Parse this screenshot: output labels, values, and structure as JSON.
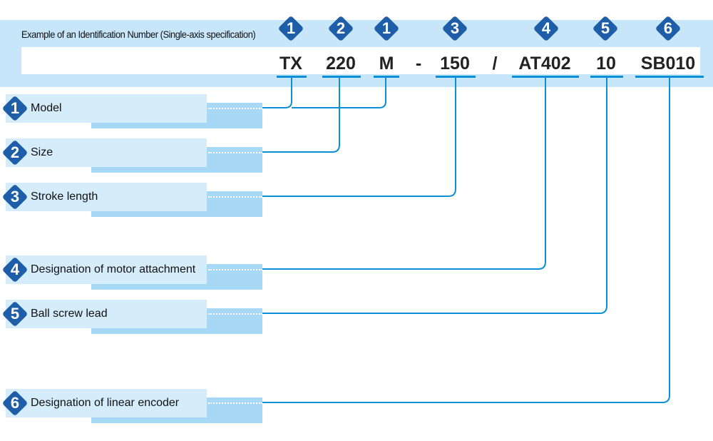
{
  "header": {
    "caption": "Example of an Identification Number (Single-axis specification)"
  },
  "segments": [
    {
      "text": "TX",
      "badge": "1"
    },
    {
      "text": "220",
      "badge": "2"
    },
    {
      "text": "M",
      "badge": "1"
    },
    {
      "text": "-",
      "badge": ""
    },
    {
      "text": "150",
      "badge": "3"
    },
    {
      "text": "/",
      "badge": ""
    },
    {
      "text": "AT402",
      "badge": "4"
    },
    {
      "text": "10",
      "badge": "5"
    },
    {
      "text": "SB010",
      "badge": "6"
    }
  ],
  "labels": [
    {
      "num": "1",
      "text": "Model"
    },
    {
      "num": "2",
      "text": "Size"
    },
    {
      "num": "3",
      "text": "Stroke length"
    },
    {
      "num": "4",
      "text": "Designation of motor attachment"
    },
    {
      "num": "5",
      "text": "Ball screw lead"
    },
    {
      "num": "6",
      "text": "Designation of linear encoder"
    }
  ],
  "colors": {
    "header_band": "#c8e6fa",
    "badge": "#1e5ea8",
    "connector": "#0b8fd8",
    "label_front": "#d5ecfb",
    "label_back": "#a7d9f7"
  }
}
